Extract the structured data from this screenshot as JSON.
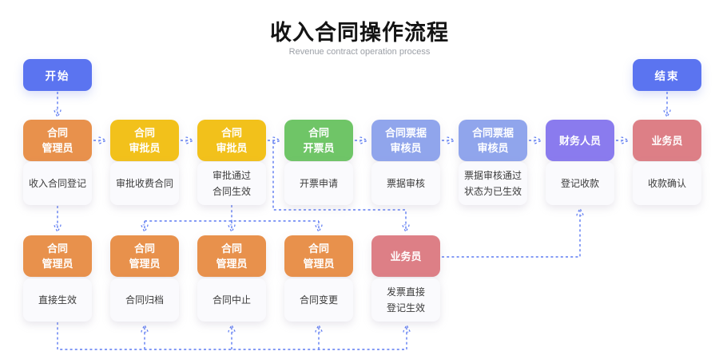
{
  "title": "收入合同操作流程",
  "subtitle": "Revenue contract operation process",
  "palette": {
    "blue": "#5B74F0",
    "orange": "#E8914C",
    "yellow": "#F2C11B",
    "green": "#6FC567",
    "periwinkle": "#90A5EC",
    "purple": "#8A7BEE",
    "pink": "#DD7F86",
    "connector": "#5C7AF2",
    "arrowhead": "#3C5BEE",
    "card_bg": "#FAFAFD"
  },
  "nodes": {
    "start": {
      "label": "开始"
    },
    "end": {
      "label": "结束"
    },
    "row1": [
      {
        "role": "合同\n管理员",
        "action": "收入合同登记"
      },
      {
        "role": "合同\n审批员",
        "action": "审批收费合同"
      },
      {
        "role": "合同\n审批员",
        "action": "审批通过\n合同生效"
      },
      {
        "role": "合同\n开票员",
        "action": "开票申请"
      },
      {
        "role": "合同票据\n审核员",
        "action": "票据审核"
      },
      {
        "role": "合同票据\n审核员",
        "action": "票据审核通过\n状态为已生效"
      },
      {
        "role": "财务人员",
        "action": "登记收款"
      },
      {
        "role": "业务员",
        "action": "收款确认"
      }
    ],
    "row2": [
      {
        "role": "合同\n管理员",
        "action": "直接生效"
      },
      {
        "role": "合同\n管理员",
        "action": "合同归档"
      },
      {
        "role": "合同\n管理员",
        "action": "合同中止"
      },
      {
        "role": "合同\n管理员",
        "action": "合同变更"
      },
      {
        "role": "业务员",
        "action": "发票直接\n登记生效"
      }
    ]
  }
}
